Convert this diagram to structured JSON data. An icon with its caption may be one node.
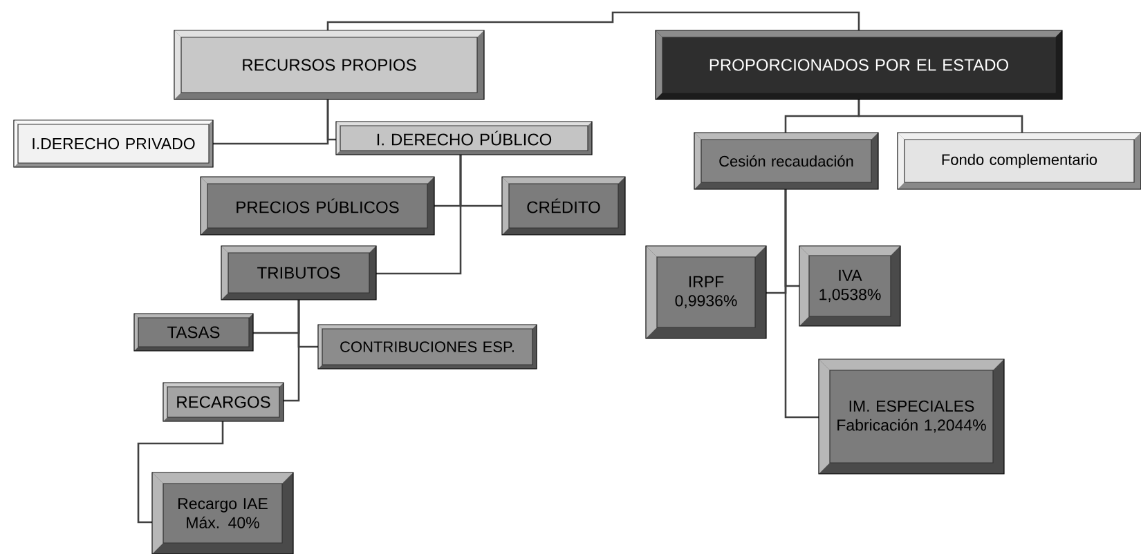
{
  "diagram": {
    "nodes": [
      {
        "text": [
          "RECURSOS PROPIOS"
        ]
      },
      {
        "text": [
          "PROPORCIONADOS POR EL ESTADO"
        ]
      },
      {
        "text": [
          "I.DERECHO PRIVADO"
        ]
      },
      {
        "text": [
          "I. DERECHO PÚBLICO"
        ]
      },
      {
        "text": [
          "PRECIOS PÚBLICOS"
        ]
      },
      {
        "text": [
          "CRÉDITO"
        ]
      },
      {
        "text": [
          "TRIBUTOS"
        ]
      },
      {
        "text": [
          "TASAS"
        ]
      },
      {
        "text": [
          "CONTRIBUCIONES ESP."
        ]
      },
      {
        "text": [
          "RECARGOS"
        ]
      },
      {
        "text": [
          "Recargo IAE Máx. 40%"
        ]
      },
      {
        "text": [
          "Cesión recaudación"
        ]
      },
      {
        "text": [
          "Fondo complementario"
        ]
      },
      {
        "text": [
          "IRPF 0,9936%"
        ]
      },
      {
        "text": [
          "IVA 1,0538%"
        ]
      },
      {
        "text": [
          "IM. ESPECIALES Fabricación 1,2044%"
        ]
      }
    ],
    "edges": [
      {
        "from": 0,
        "to": 1,
        "arrow": "none"
      },
      {
        "from": 0,
        "to": 2,
        "arrow": "none"
      },
      {
        "from": 0,
        "to": 3,
        "arrow": "none"
      },
      {
        "from": 3,
        "to": 4,
        "arrow": "none"
      },
      {
        "from": 3,
        "to": 5,
        "arrow": "none"
      },
      {
        "from": 3,
        "to": 6,
        "arrow": "none"
      },
      {
        "from": 6,
        "to": 7,
        "arrow": "none"
      },
      {
        "from": 6,
        "to": 8,
        "arrow": "none"
      },
      {
        "from": 6,
        "to": 9,
        "arrow": "none"
      },
      {
        "from": 9,
        "to": 10,
        "arrow": "none"
      },
      {
        "from": 1,
        "to": 11,
        "arrow": "none"
      },
      {
        "from": 1,
        "to": 12,
        "arrow": "none"
      },
      {
        "from": 11,
        "to": 13,
        "arrow": "none"
      },
      {
        "from": 11,
        "to": 14,
        "arrow": "none"
      },
      {
        "from": 11,
        "to": 15,
        "arrow": "none"
      }
    ]
  }
}
